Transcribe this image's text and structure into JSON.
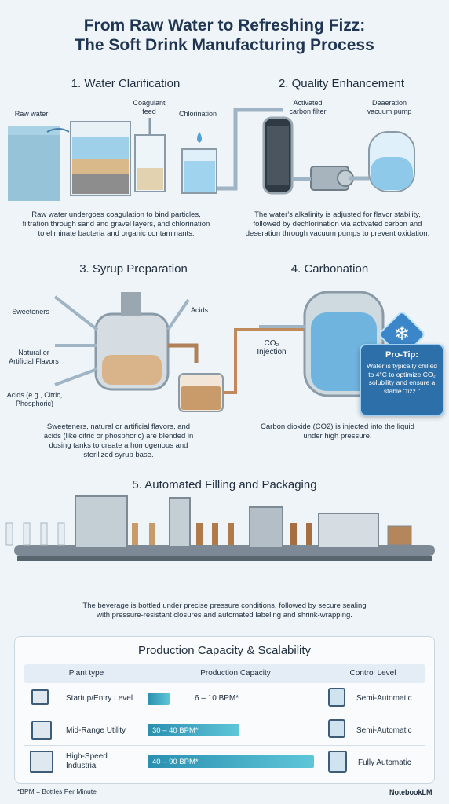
{
  "title": {
    "line1": "From Raw Water to Refreshing Fizz:",
    "line2": "The Soft Drink Manufacturing Process"
  },
  "sections": {
    "s1": {
      "title": "1. Water Clarification",
      "labels": {
        "raw_water": "Raw water",
        "coagulant": "Coagulant\nfeed",
        "chlorination": "Chlorination"
      },
      "desc": "Raw water undergoes coagulation to bind particles,\nfiltration through sand and gravel layers, and chlorination\nto eliminate bacteria and organic contaminants."
    },
    "s2": {
      "title": "2. Quality Enhancement",
      "labels": {
        "carbon": "Activated\ncarbon filter",
        "deaeration": "Deaeration\nvacuum pump"
      },
      "desc": "The water's alkalinity is adjusted for flavor stability,\nfollowed by dechlorination via activated carbon and\ndeseration through vacuum pumps to prevent oxidation."
    },
    "s3": {
      "title": "3. Syrup Preparation",
      "labels": {
        "sweeteners": "Sweeteners",
        "flavors": "Natural or\nArtificial Flavors",
        "acids_list": "Acids (e.g., Citric,\nPhosphoric)",
        "acids": "Acids"
      },
      "desc": "Sweeteners, natural or artificial flavors, and\nacids (like citric or phosphoric) are blended in\ndosing tanks to create a homogenous and\nsterilized syrup base."
    },
    "s4": {
      "title": "4. Carbonation",
      "labels": {
        "co2": "CO₂\nInjection"
      },
      "desc": "Carbon dioxide (CO2) is injected into the liquid\nunder high pressure."
    },
    "s5": {
      "title": "5. Automated Filling and Packaging",
      "desc": "The beverage is bottled under precise pressure conditions, followed by secure sealing\nwith pressure-resistant closures and automated labeling and shrink-wrapping."
    }
  },
  "protip": {
    "title": "Pro-Tip:",
    "body": "Water is typically chilled to 4°C to optimize CO₂ solubility and ensure a stable \"fizz.\"",
    "icon": "snowflake-icon"
  },
  "table": {
    "title": "Production Capacity & Scalability",
    "headers": [
      "Plant type",
      "Production Capacity",
      "Control Level"
    ],
    "rows": [
      {
        "plant": "Startup/Entry Level",
        "capacity": "6 – 10 BPM*",
        "control": "Semi-Automatic",
        "fill": 0.13
      },
      {
        "plant": "Mid-Range Utility",
        "capacity": "30 – 40 BPM*",
        "control": "Semi-Automatic",
        "fill": 0.55
      },
      {
        "plant": "High-Speed\nIndustrial",
        "capacity": "40 – 90 BPM*",
        "control": "Fully Automatic",
        "fill": 1.0
      }
    ],
    "footnote": "*BPM = Bottles Per Minute"
  },
  "brand": "NotebookLM",
  "colors": {
    "water": "#8fc9ea",
    "steel": "#b9c4cc",
    "syrup": "#c99a6a",
    "pipe": "#9fb4c4",
    "accent": "#2d6fa8"
  }
}
